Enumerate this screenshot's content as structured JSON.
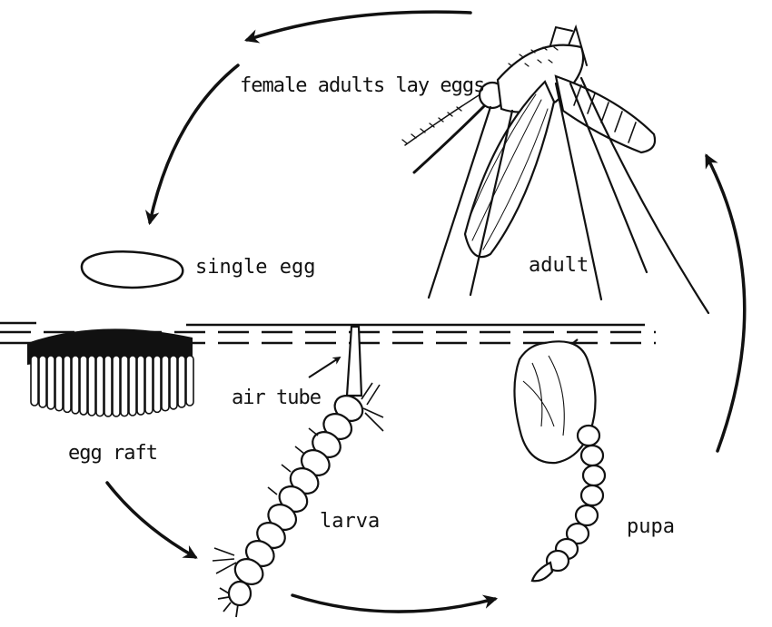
{
  "diagram": {
    "labels": {
      "female_adults_lay_eggs": "female adults lay eggs",
      "single_egg": "single egg",
      "adult": "adult",
      "air_tube": "air tube",
      "egg_raft": "egg raft",
      "larva": "larva",
      "pupa": "pupa"
    },
    "stroke_color": "#111111",
    "background_color": "#ffffff"
  }
}
